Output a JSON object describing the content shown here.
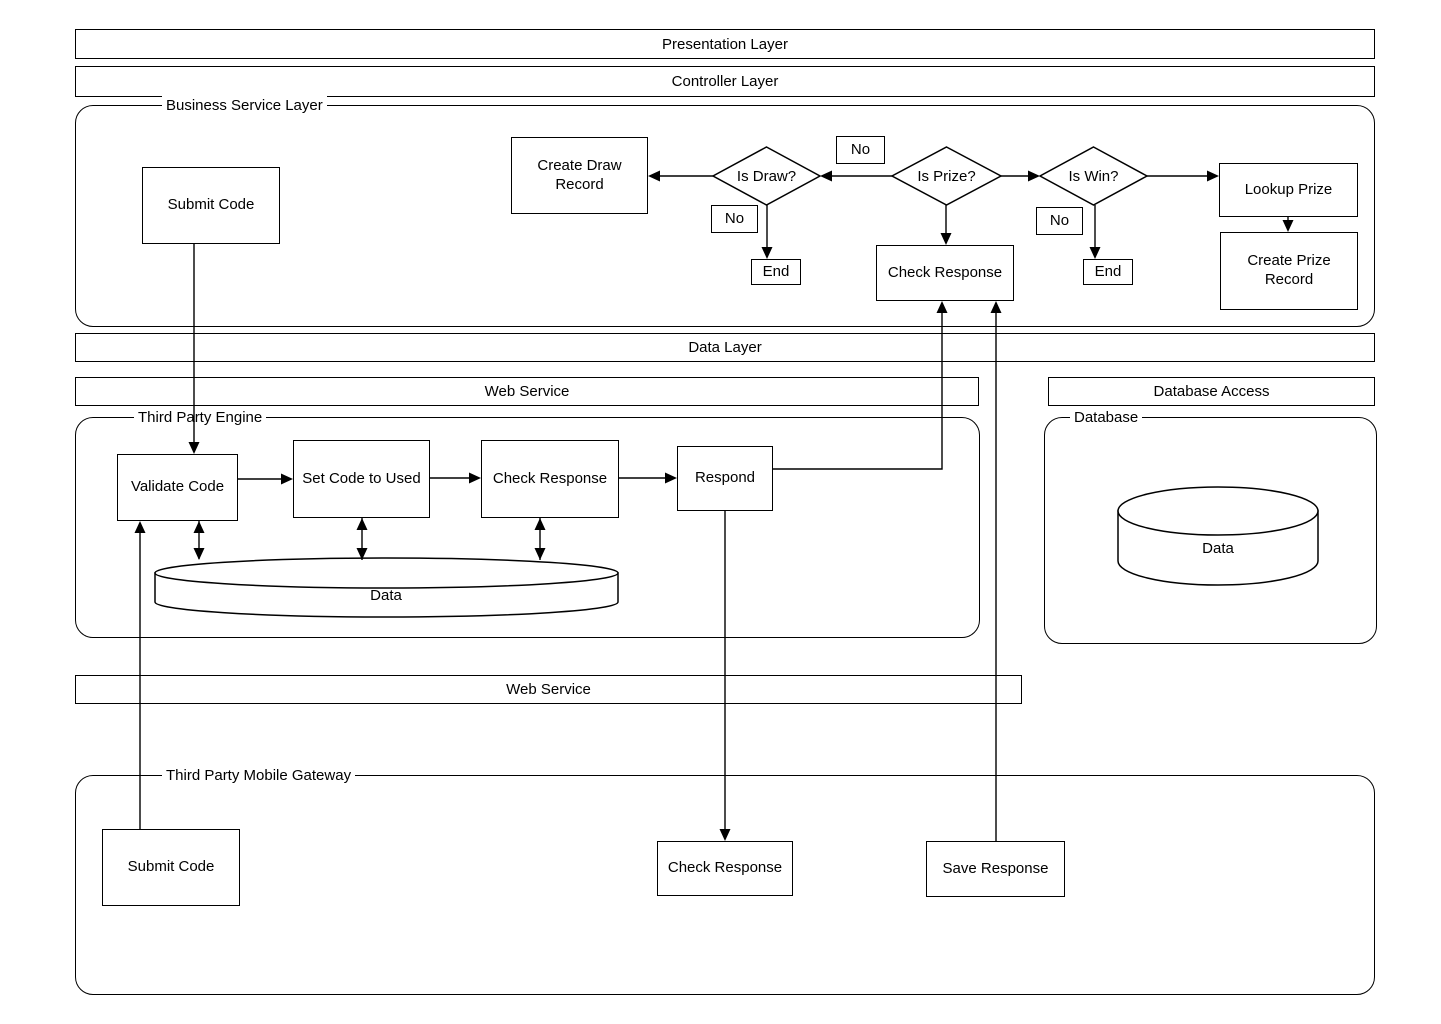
{
  "bars": {
    "presentation": "Presentation Layer",
    "controller": "Controller Layer",
    "data_layer": "Data Layer",
    "web_service_top": "Web Service",
    "database_access": "Database Access",
    "web_service_bottom": "Web Service"
  },
  "containers": {
    "business_service_layer": "Business Service Layer",
    "third_party_engine": "Third Party Engine",
    "database": "Database",
    "third_party_mobile_gateway": "Third Party Mobile Gateway"
  },
  "bsl": {
    "submit_code": "Submit Code",
    "create_draw_record": "Create Draw\nRecord",
    "is_draw": "Is Draw?",
    "no_between": "No",
    "is_prize": "Is Prize?",
    "is_win": "Is Win?",
    "no_draw": "No",
    "end_draw": "End",
    "check_response": "Check Response",
    "no_win": "No",
    "end_win": "End",
    "lookup_prize": "Lookup Prize",
    "create_prize_record": "Create Prize\nRecord"
  },
  "engine": {
    "validate_code": "Validate Code",
    "set_code_to_used": "Set Code to Used",
    "check_response": "Check Response",
    "respond": "Respond",
    "data": "Data"
  },
  "db": {
    "data": "Data"
  },
  "gateway": {
    "submit_code": "Submit Code",
    "check_response": "Check Response",
    "save_response": "Save Response"
  },
  "colors": {
    "stroke": "#000000",
    "background": "#ffffff"
  }
}
